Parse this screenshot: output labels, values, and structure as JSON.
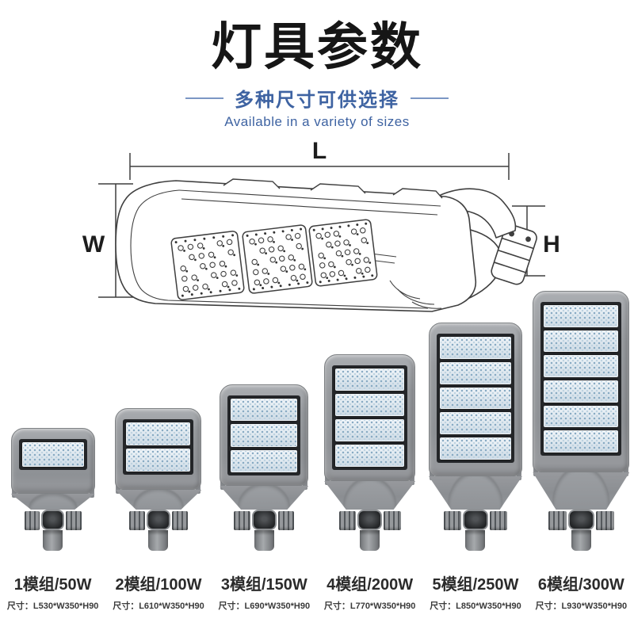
{
  "header": {
    "title": "灯具参数",
    "subtitle": "多种尺寸可供选择",
    "subtitle_en": "Available in a variety of sizes"
  },
  "diagram": {
    "length_label": "L",
    "width_label": "W",
    "height_label": "H"
  },
  "products": [
    {
      "name": "1模组/50W",
      "size": "尺寸：L530*W350*H90",
      "modules": 1
    },
    {
      "name": "2模组/100W",
      "size": "尺寸：L610*W350*H90",
      "modules": 2
    },
    {
      "name": "3模组/150W",
      "size": "尺寸：L690*W350*H90",
      "modules": 3
    },
    {
      "name": "4模组/200W",
      "size": "尺寸：L770*W350*H90",
      "modules": 4
    },
    {
      "name": "5模组/250W",
      "size": "尺寸：L850*W350*H90",
      "modules": 5
    },
    {
      "name": "6模组/300W",
      "size": "尺寸：L930*W350*H90",
      "modules": 6
    }
  ],
  "colors": {
    "accent": "#3e63a2",
    "accent_light": "#7b97c4",
    "title": "#161616",
    "lamp_body": "#96999d",
    "module_frame": "#26282b",
    "module_panel": "#dde7ef",
    "led_dot": "#9db9cf"
  }
}
